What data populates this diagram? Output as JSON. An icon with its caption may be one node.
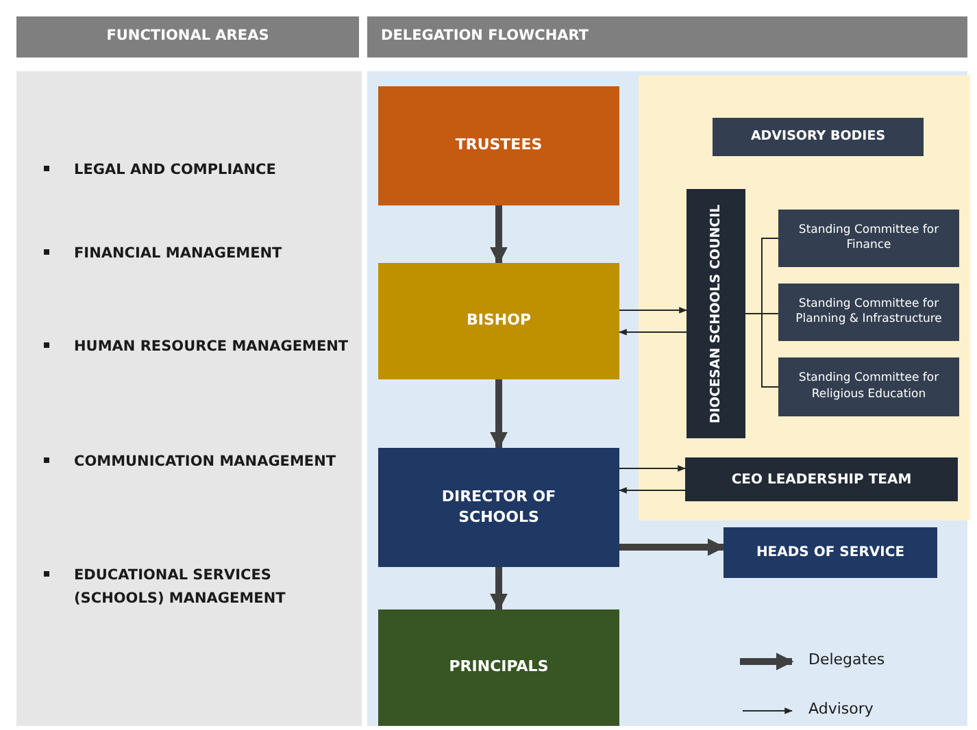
{
  "diagram": {
    "nodes": [
      {
        "text": [
          "FUNCTIONAL AREAS"
        ]
      },
      {
        "text": [
          "DELEGATION FLOWCHART"
        ]
      },
      {
        "text": [
          "LEGAL AND COMPLIANCE",
          "FINANCIAL MANAGEMENT",
          "HUMAN RESOURCE MANAGEMENT",
          "COMMUNICATION MANAGEMENT",
          "EDUCATIONAL SERVICES (SCHOOLS) MANAGEMENT"
        ]
      },
      {
        "text": [
          "TRUSTEES"
        ]
      },
      {
        "text": [
          "BISHOP"
        ]
      },
      {
        "text": [
          "DIRECTOR OF SCHOOLS"
        ]
      },
      {
        "text": [
          "PRINCIPALS"
        ]
      },
      {
        "text": [],
        "shape": "box"
      },
      {
        "text": [
          "ADVISORY BODIES"
        ],
        "in": 7
      },
      {
        "text": [
          "DIOCESAN SCHOOLS COUNCIL"
        ],
        "in": 7
      },
      {
        "text": [
          "Standing Committee for Finance"
        ],
        "in": 7
      },
      {
        "text": [
          "Standing Committee for Planning & Infrastructure"
        ],
        "in": 7
      },
      {
        "text": [
          "Standing Committee for Religious Education"
        ],
        "in": 7
      },
      {
        "text": [
          "CEO LEADERSHIP TEAM"
        ],
        "in": 7
      },
      {
        "text": [
          "HEADS OF SERVICE"
        ]
      }
    ],
    "edges": [
      {
        "from": 3,
        "to": 4,
        "arrow": "to",
        "style": "thick"
      },
      {
        "from": 4,
        "to": 5,
        "arrow": "to",
        "style": "thick"
      },
      {
        "from": 5,
        "to": 6,
        "arrow": "to",
        "style": "thick"
      },
      {
        "from": 5,
        "to": 14,
        "arrow": "to",
        "style": "thick"
      },
      {
        "from": 4,
        "to": 9,
        "arrow": "to"
      },
      {
        "from": 9,
        "to": 4,
        "arrow": "to"
      },
      {
        "from": 5,
        "to": 13,
        "arrow": "to"
      },
      {
        "from": 13,
        "to": 5,
        "arrow": "to"
      },
      {
        "from": 9,
        "to": 10,
        "arrow": "none"
      },
      {
        "from": 9,
        "to": 11,
        "arrow": "none"
      },
      {
        "from": 9,
        "to": 12,
        "arrow": "none"
      }
    ],
    "legend": [
      {
        "text": "Delegates"
      },
      {
        "text": "Advisory"
      }
    ]
  }
}
